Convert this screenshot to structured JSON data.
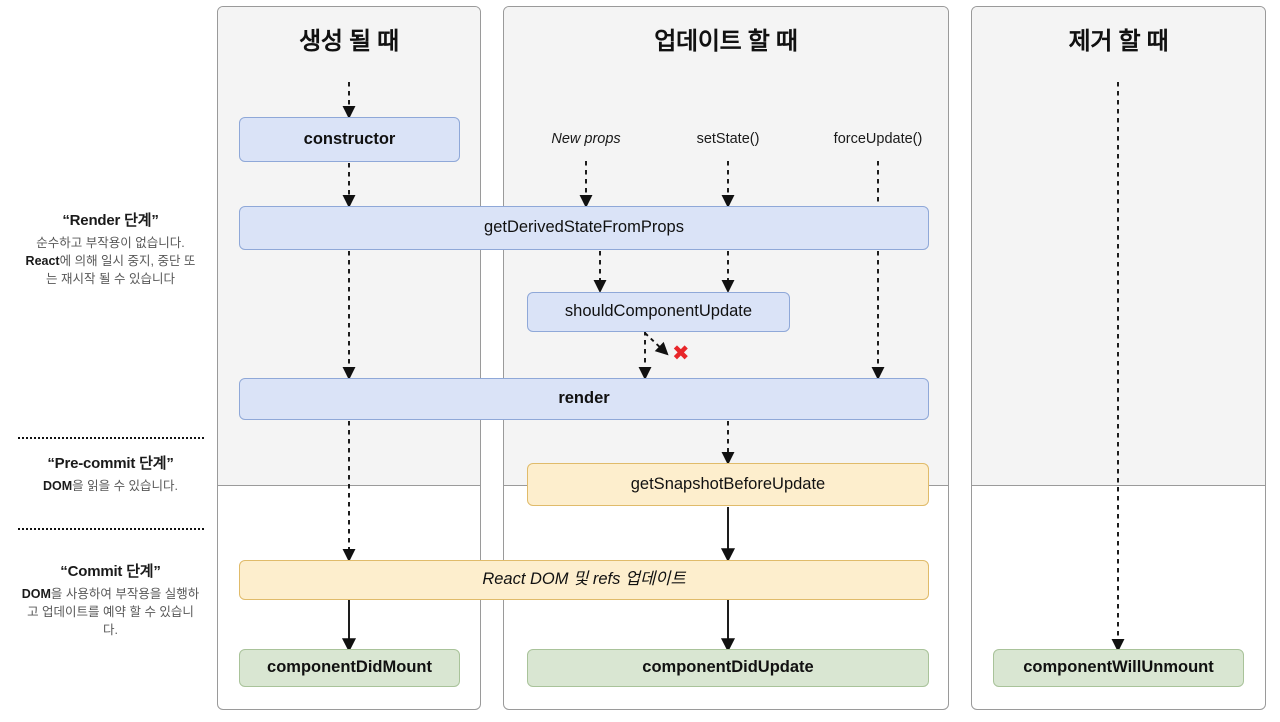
{
  "legend": [
    {
      "id": "render-phase",
      "title": "“Render 단계”",
      "desc_html": "순수하고 부작용이 없습니다. <b>React</b>에 의해 일시 중지, 중단 또는 재시작 될 수 있습니다"
    },
    {
      "id": "pre-commit-phase",
      "title": "“Pre-commit 단계”",
      "desc_html": "<b>DOM</b>을 읽을 수 있습니다."
    },
    {
      "id": "commit-phase",
      "title": "“Commit 단계”",
      "desc_html": "<b>DOM</b>을 사용하여 부작용을 실행하고 업데이트를 예약 할 수 있습니다."
    }
  ],
  "columns": [
    {
      "id": "mounting",
      "title": "생성 될 때"
    },
    {
      "id": "updating",
      "title": "업데이트 할 때"
    },
    {
      "id": "unmounting",
      "title": "제거 할 때"
    }
  ],
  "triggers": [
    {
      "id": "new-props",
      "label": "New props",
      "italic": true
    },
    {
      "id": "set-state",
      "label": "setState()",
      "italic": false
    },
    {
      "id": "force-update",
      "label": "forceUpdate()",
      "italic": false
    }
  ],
  "boxes": [
    {
      "id": "constructor",
      "label": "constructor",
      "color": "blue",
      "bold": true,
      "italic": false
    },
    {
      "id": "get-derived-state",
      "label": "getDerivedStateFromProps",
      "color": "blue",
      "bold": false,
      "italic": false
    },
    {
      "id": "should-component-update",
      "label": "shouldComponentUpdate",
      "color": "blue",
      "bold": false,
      "italic": false
    },
    {
      "id": "render",
      "label": "render",
      "color": "blue",
      "bold": true,
      "italic": false
    },
    {
      "id": "get-snapshot",
      "label": "getSnapshotBeforeUpdate",
      "color": "orange",
      "bold": false,
      "italic": false
    },
    {
      "id": "react-dom-refs",
      "label": "React DOM 및 refs 업데이트",
      "color": "orange",
      "bold": false,
      "italic": true
    },
    {
      "id": "component-did-mount",
      "label": "componentDidMount",
      "color": "green",
      "bold": true,
      "italic": false
    },
    {
      "id": "component-did-update",
      "label": "componentDidUpdate",
      "color": "green",
      "bold": true,
      "italic": false
    },
    {
      "id": "component-will-unmount",
      "label": "componentWillUnmount",
      "color": "green",
      "bold": true,
      "italic": false
    }
  ],
  "annotations": [
    {
      "id": "abort-x",
      "label": "✖"
    }
  ],
  "colors": {
    "blue_fill": "#dae3f7",
    "blue_stroke": "#8fa8d8",
    "orange_fill": "#fdeecd",
    "orange_stroke": "#e0bb6a",
    "green_fill": "#d9e6d2",
    "green_stroke": "#a9c39a",
    "panel_shade": "#f4f4f4",
    "panel_stroke": "#9a9a9a",
    "abort_red": "#e8262a"
  }
}
